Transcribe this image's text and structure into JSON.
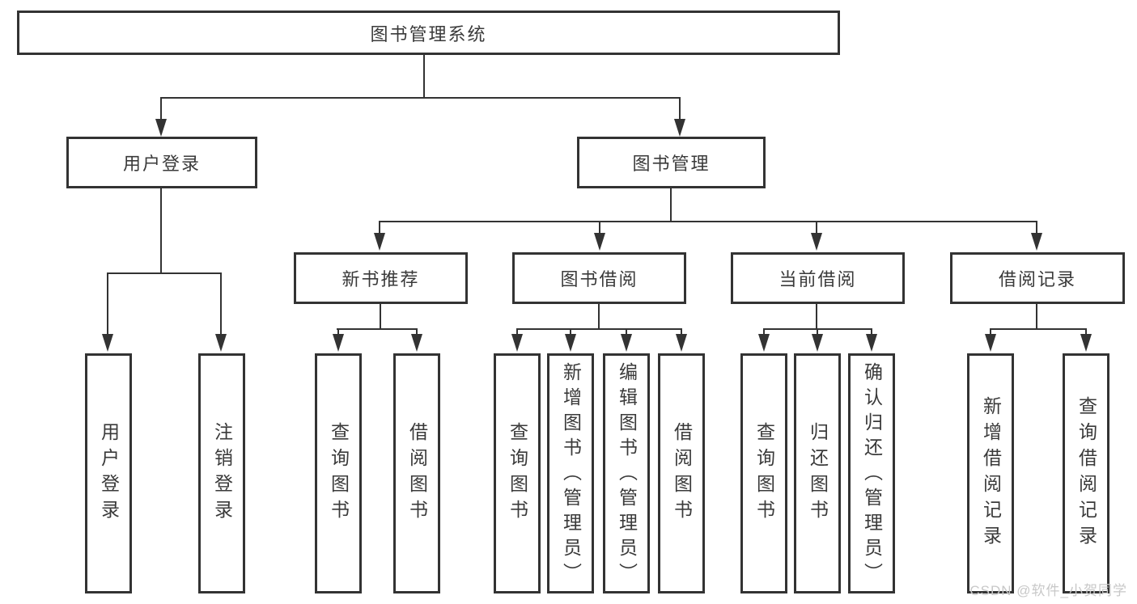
{
  "diagram": {
    "root": {
      "label": "图书管理系统"
    },
    "branches": [
      {
        "label": "用户登录",
        "children": [
          {
            "label": "用户登录"
          },
          {
            "label": "注销登录"
          }
        ]
      },
      {
        "label": "图书管理",
        "children": [
          {
            "label": "新书推荐",
            "children": [
              {
                "label": "查询图书"
              },
              {
                "label": "借阅图书"
              }
            ]
          },
          {
            "label": "图书借阅",
            "children": [
              {
                "label": "查询图书"
              },
              {
                "label": "新增图书（管理员）"
              },
              {
                "label": "编辑图书（管理员）"
              },
              {
                "label": "借阅图书"
              }
            ]
          },
          {
            "label": "当前借阅",
            "children": [
              {
                "label": "查询图书"
              },
              {
                "label": "归还图书"
              },
              {
                "label": "确认归还（管理员）"
              }
            ]
          },
          {
            "label": "借阅记录",
            "children": [
              {
                "label": "新增借阅记录"
              },
              {
                "label": "查询借阅记录"
              }
            ]
          }
        ]
      }
    ]
  },
  "watermark": {
    "text": "CSDN @软件_小贺同学"
  },
  "colors": {
    "line": "#333333",
    "text": "#3a3a3a",
    "watermark": "#c8c8c8",
    "background": "#ffffff"
  }
}
